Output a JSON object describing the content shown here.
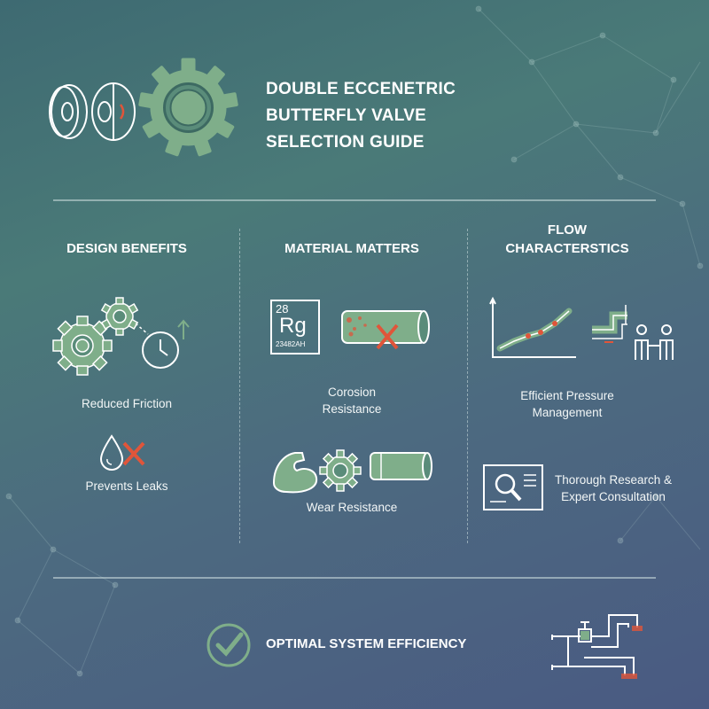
{
  "title_lines": [
    "DOUBLE ECCENETRIC",
    "BUTTERFLY VALVE",
    "SELECTION GUIDE"
  ],
  "columns": {
    "design": {
      "heading": "DESIGN BENEFITS",
      "item1": "Reduced Friction",
      "item2": "Prevents Leaks"
    },
    "material": {
      "heading": "MATERIAL MATTERS",
      "element_symbol": "Rg",
      "element_number": "28",
      "element_sub": "23482AH",
      "item1_lines": [
        "Corosion",
        "Resistance"
      ],
      "item2": "Wear Resistance"
    },
    "flow": {
      "heading_lines": [
        "FLOW",
        "CHARACTERSTICS"
      ],
      "item1_lines": [
        "Efficient Pressure",
        "Management"
      ],
      "item2_lines": [
        "Thorough Research &",
        "Expert Consultation"
      ]
    }
  },
  "footer": {
    "label": "OPTIMAL SYSTEM EFFICIENCY"
  },
  "colors": {
    "accent_green": "#7fae8a",
    "cross_red": "#e0553a",
    "line": "#ffffff"
  },
  "icons": [
    "valve-disc-icon",
    "gear-icon",
    "gears-clock-icon",
    "water-drop-icon",
    "periodic-element-icon",
    "corroded-pipe-icon",
    "muscle-arm-icon",
    "line-graph-icon",
    "pipe-people-icon",
    "research-document-icon",
    "checkmark-circle-icon",
    "pipe-system-icon"
  ]
}
